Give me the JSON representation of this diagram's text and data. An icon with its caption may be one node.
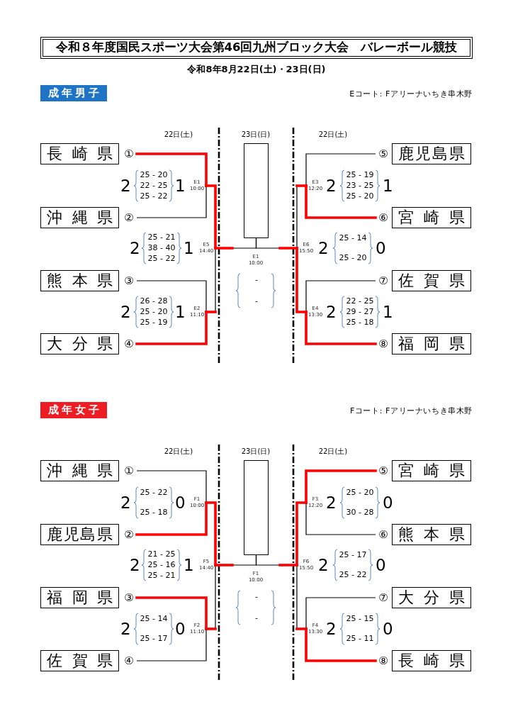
{
  "diagram": {
    "title": "令和８年度国民スポーツ大会第46回九州ブロック大会　バレーボール競技",
    "nodes": [
      {
        "text": [
          "成年男子"
        ]
      },
      {
        "text": [
          "長崎県"
        ],
        "beside": [
          "①"
        ]
      },
      {
        "text": [
          "沖縄県"
        ],
        "beside": [
          "②"
        ]
      },
      {
        "text": [
          "熊本県"
        ],
        "beside": [
          "③"
        ]
      },
      {
        "text": [
          "大分県"
        ],
        "beside": [
          "④"
        ]
      },
      {
        "text": [
          "鹿児島県"
        ],
        "beside": [
          "⑤"
        ]
      },
      {
        "text": [
          "宮崎県"
        ],
        "beside": [
          "⑥"
        ]
      },
      {
        "text": [
          "佐賀県"
        ],
        "beside": [
          "⑦"
        ]
      },
      {
        "text": [
          "福岡県"
        ],
        "beside": [
          "⑧"
        ]
      },
      {
        "text": [
          "E1",
          "10:00"
        ],
        "beside": [
          "2",
          "25 - 20",
          "22 - 25",
          "25 - 22",
          "1"
        ]
      },
      {
        "text": [
          "E2",
          "11:10"
        ],
        "beside": [
          "2",
          "26 - 28",
          "25 - 20",
          "25 - 19",
          "1"
        ]
      },
      {
        "text": [
          "E3",
          "12:20"
        ],
        "beside": [
          "2",
          "25 - 19",
          "23 - 25",
          "25 - 20",
          "1"
        ]
      },
      {
        "text": [
          "E4",
          "13:30"
        ],
        "beside": [
          "2",
          "22 - 25",
          "29 - 27",
          "25 - 18",
          "1"
        ]
      },
      {
        "text": [
          "E5",
          "14:40"
        ],
        "beside": [
          "2",
          "25 - 21",
          "38 - 40",
          "25 - 22",
          "1"
        ]
      },
      {
        "text": [
          "E6",
          "15:50"
        ],
        "beside": [
          "2",
          "25 - 14",
          "25 - 20",
          "0"
        ]
      },
      {
        "text": [],
        "shape": "box"
      },
      {
        "text": [
          "成年女子"
        ]
      },
      {
        "text": [
          "沖縄県"
        ],
        "beside": [
          "①"
        ]
      },
      {
        "text": [
          "鹿児島県"
        ],
        "beside": [
          "②"
        ]
      },
      {
        "text": [
          "福岡県"
        ],
        "beside": [
          "③"
        ]
      },
      {
        "text": [
          "佐賀県"
        ],
        "beside": [
          "④"
        ]
      },
      {
        "text": [
          "宮崎県"
        ],
        "beside": [
          "⑤"
        ]
      },
      {
        "text": [
          "熊本県"
        ],
        "beside": [
          "⑥"
        ]
      },
      {
        "text": [
          "大分県"
        ],
        "beside": [
          "⑦"
        ]
      },
      {
        "text": [
          "長崎県"
        ],
        "beside": [
          "⑧"
        ]
      },
      {
        "text": [
          "F1",
          "10:00"
        ],
        "beside": [
          "2",
          "25 - 22",
          "25 - 18",
          "0"
        ]
      },
      {
        "text": [
          "F2",
          "11:10"
        ],
        "beside": [
          "2",
          "25 - 14",
          "25 - 17",
          "0"
        ]
      },
      {
        "text": [
          "F3",
          "12:20"
        ],
        "beside": [
          "2",
          "25 - 20",
          "30 - 28",
          "0"
        ]
      },
      {
        "text": [
          "F4",
          "13:30"
        ],
        "beside": [
          "2",
          "25 - 15",
          "25 - 11",
          "0"
        ]
      },
      {
        "text": [
          "F5",
          "14:40"
        ],
        "beside": [
          "2",
          "21 - 25",
          "25 - 16",
          "25 - 21",
          "1"
        ]
      },
      {
        "text": [
          "F6",
          "15:50"
        ],
        "beside": [
          "2",
          "25 - 17",
          "25 - 22",
          "0"
        ]
      },
      {
        "text": [],
        "shape": "box"
      }
    ],
    "edges": [
      {
        "from": 1,
        "to": 9,
        "arrow": "none",
        "style": "thick",
        "color": "#ff0000"
      },
      {
        "from": 2,
        "to": 9,
        "arrow": "none"
      },
      {
        "from": 3,
        "to": 10,
        "arrow": "none"
      },
      {
        "from": 4,
        "to": 10,
        "arrow": "none",
        "style": "thick",
        "color": "#ff0000"
      },
      {
        "from": 5,
        "to": 11,
        "arrow": "none"
      },
      {
        "from": 6,
        "to": 11,
        "arrow": "none",
        "style": "thick",
        "color": "#ff0000"
      },
      {
        "from": 7,
        "to": 12,
        "arrow": "none"
      },
      {
        "from": 8,
        "to": 12,
        "arrow": "none",
        "style": "thick",
        "color": "#ff0000"
      },
      {
        "from": 9,
        "to": 13,
        "arrow": "none",
        "style": "thick",
        "color": "#ff0000"
      },
      {
        "from": 10,
        "to": 13,
        "arrow": "none"
      },
      {
        "from": 11,
        "to": 14,
        "arrow": "none"
      },
      {
        "from": 12,
        "to": 14,
        "arrow": "none",
        "style": "thick",
        "color": "#ff0000"
      },
      {
        "from": 13,
        "to": 15,
        "arrow": "none"
      },
      {
        "from": 14,
        "to": 15,
        "arrow": "none"
      },
      {
        "from": 17,
        "to": 25,
        "arrow": "none"
      },
      {
        "from": 18,
        "to": 25,
        "arrow": "none",
        "style": "thick",
        "color": "#ff0000"
      },
      {
        "from": 19,
        "to": 26,
        "arrow": "none",
        "style": "thick",
        "color": "#ff0000"
      },
      {
        "from": 20,
        "to": 26,
        "arrow": "none"
      },
      {
        "from": 21,
        "to": 27,
        "arrow": "none",
        "style": "thick",
        "color": "#ff0000"
      },
      {
        "from": 22,
        "to": 27,
        "arrow": "none"
      },
      {
        "from": 23,
        "to": 28,
        "arrow": "none"
      },
      {
        "from": 24,
        "to": 28,
        "arrow": "none",
        "style": "thick",
        "color": "#ff0000"
      },
      {
        "from": 25,
        "to": 29,
        "arrow": "none",
        "style": "thick",
        "color": "#ff0000"
      },
      {
        "from": 26,
        "to": 29,
        "arrow": "none"
      },
      {
        "from": 27,
        "to": 30,
        "arrow": "none",
        "style": "thick",
        "color": "#ff0000"
      },
      {
        "from": 28,
        "to": 30,
        "arrow": "none"
      },
      {
        "from": 29,
        "to": 31,
        "arrow": "none"
      },
      {
        "from": 30,
        "to": 31,
        "arrow": "none"
      }
    ],
    "labels": [
      "令和8年8月22日(土)・23日(日)",
      "Eコート: Fアリーナいちき串木野",
      "22日(土)",
      "23日(日)",
      "22日(土)",
      "E1",
      "10:00",
      "-",
      "-",
      "Fコート: Fアリーナいちき串木野",
      "22日(土)",
      "23日(日)",
      "22日(土)",
      "F1",
      "10:00",
      "-",
      "-"
    ]
  }
}
